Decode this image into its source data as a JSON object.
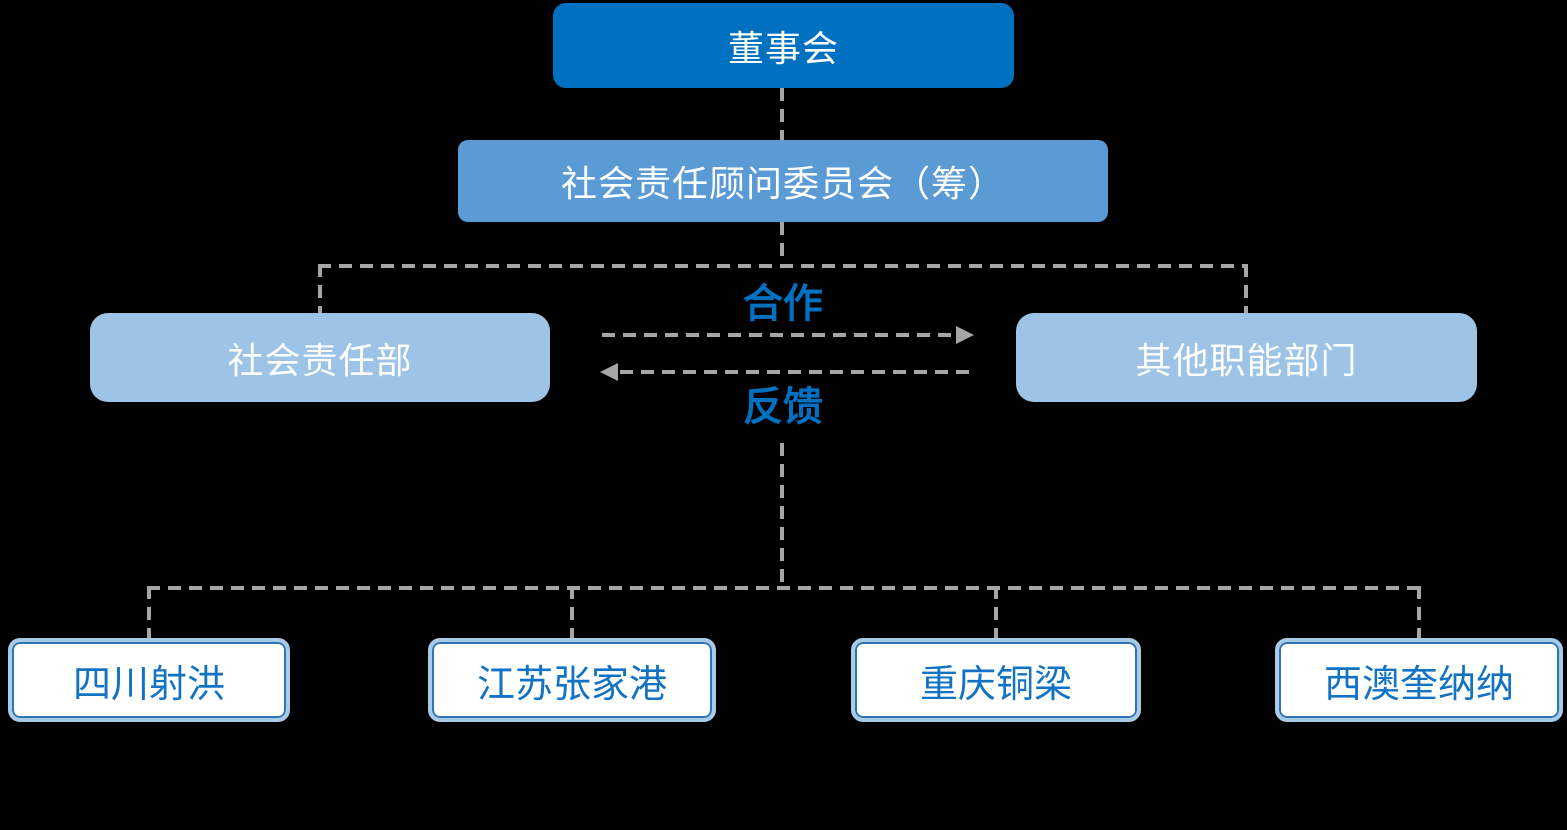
{
  "css_vars": {
    "--bg": "#000000",
    "--fill-l1": "#0070C0",
    "--fill-l2": "#5B9BD5",
    "--fill-l3": "#9DC3E6",
    "--site-fill": "#FFFFFF",
    "--site-border": "#A9CBE8",
    "--site-keyline": "#2E75B6",
    "--site-text": "#1272C3",
    "--conn": "#A6A6A6",
    "--label": "#0070C0"
  },
  "diagram": {
    "type": "org-chart",
    "nodes": {
      "board": {
        "label": "董事会",
        "fill": "#0070C0",
        "text_color": "#FFFFFF"
      },
      "committee": {
        "label": "社会责任顾问委员会（筹）",
        "fill": "#5B9BD5",
        "text_color": "#FFFFFF"
      },
      "csr_department": {
        "label": "社会责任部",
        "fill": "#9DC3E6",
        "text_color": "#FFFFFF"
      },
      "other_departments": {
        "label": "其他职能部门",
        "fill": "#9DC3E6",
        "text_color": "#FFFFFF"
      },
      "sites": [
        {
          "label": "四川射洪"
        },
        {
          "label": "江苏张家港"
        },
        {
          "label": "重庆铜梁"
        },
        {
          "label": "西澳奎纳纳"
        }
      ]
    },
    "site_style": {
      "fill": "#FFFFFF",
      "border": "#A9CBE8",
      "keyline": "#2E75B6",
      "text_color": "#1272C3"
    },
    "relations": {
      "cooperation": "合作",
      "feedback": "反馈",
      "label_color": "#0070C0",
      "connector_color": "#A6A6A6",
      "connector_style": "dashed"
    }
  }
}
